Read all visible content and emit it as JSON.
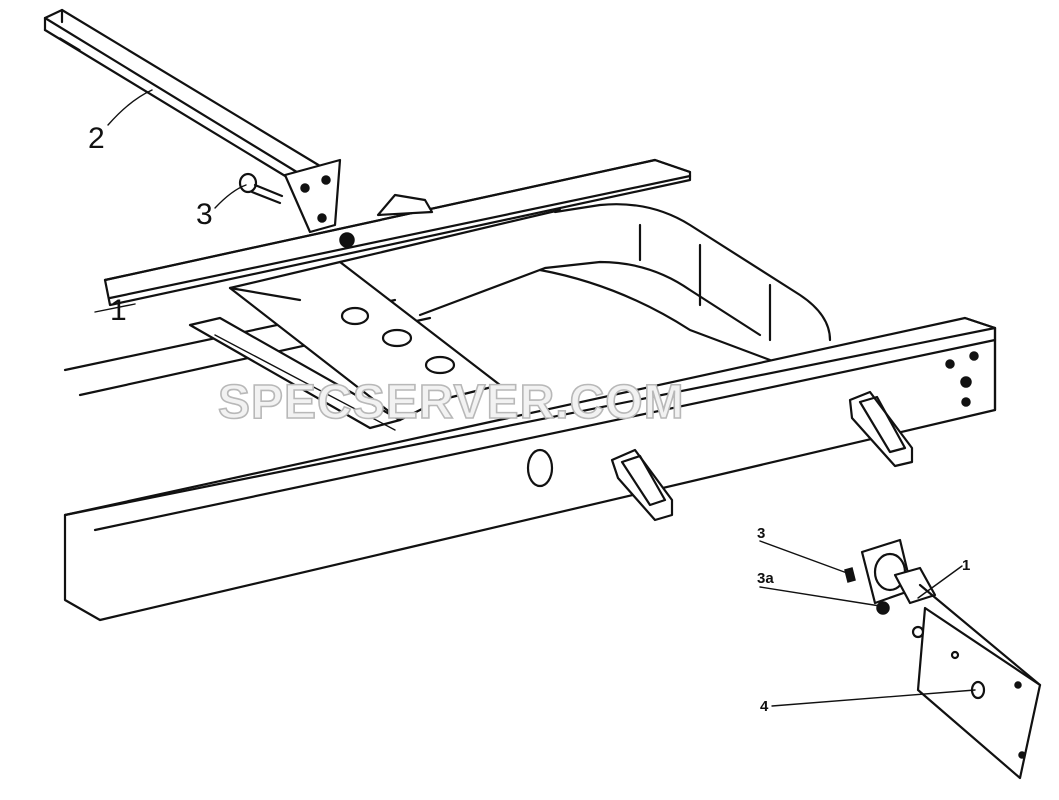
{
  "diagram": {
    "callouts": [
      {
        "id": "label-2",
        "text": "2"
      },
      {
        "id": "label-3-top",
        "text": "3"
      },
      {
        "id": "label-1-left",
        "text": "1"
      },
      {
        "id": "label-3-right",
        "text": "3"
      },
      {
        "id": "label-3a",
        "text": "3a"
      },
      {
        "id": "label-1-right",
        "text": "1"
      },
      {
        "id": "label-4",
        "text": "4"
      }
    ],
    "watermark": "SPECSERVER.COM"
  }
}
